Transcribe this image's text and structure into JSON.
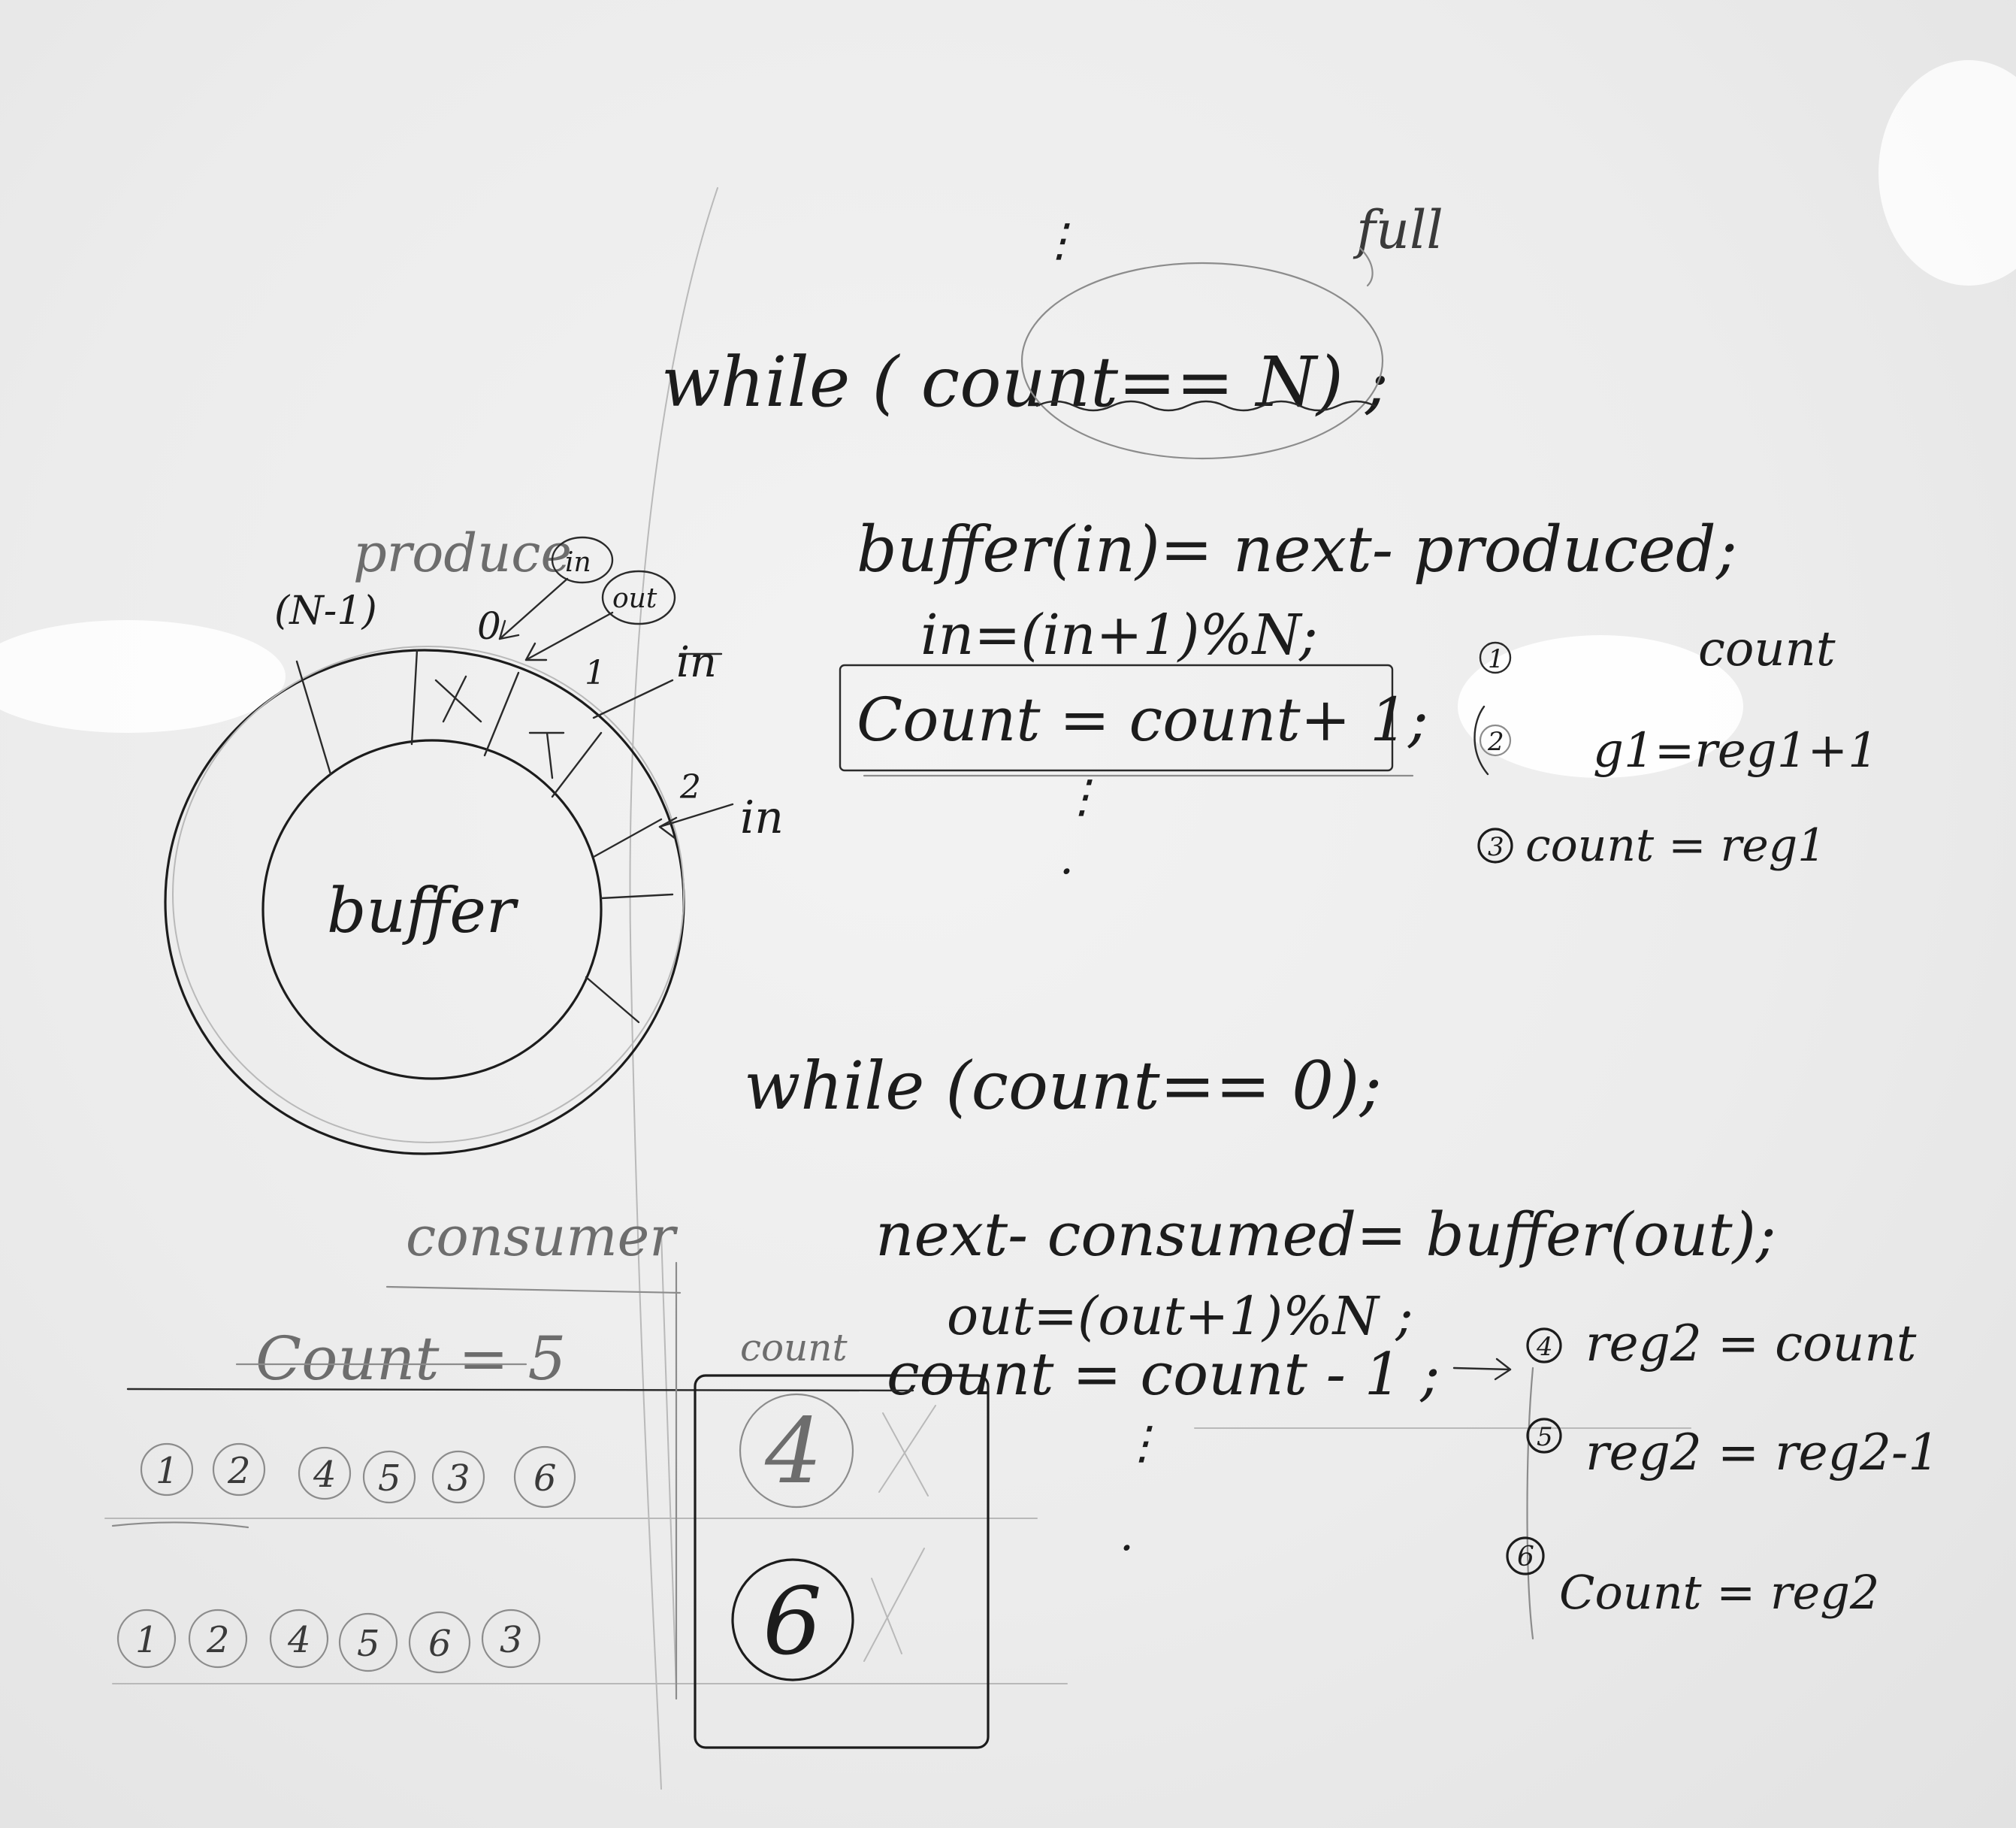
{
  "producer": {
    "label": "produce",
    "loop_line": "while ( count== N) ;",
    "full_note": "full",
    "assign_line": "buffer(in)= next- produced;",
    "index_line": "in=(in+1)%N;",
    "count_line": "Count = count+ 1;",
    "steps": [
      {
        "marker": "1",
        "text": "count"
      },
      {
        "marker": "2",
        "text": "g1=reg1+1"
      },
      {
        "marker": "3",
        "text": "count = reg1"
      }
    ]
  },
  "buffer": {
    "center_label": "buffer",
    "slot_top_left": "(N-1)",
    "slot_0": "0",
    "slot_1": "1",
    "slot_2": "2",
    "in_tag": "in",
    "out_tag": "out",
    "in_pointer": "in",
    "crossed_pointer": "in"
  },
  "consumer": {
    "label": "consumer",
    "loop_line": "while (count== 0);",
    "assign_line": "next- consumed= buffer(out);",
    "index_line": "out=(out+1)%N ;",
    "count_line": "count = count - 1 ;",
    "steps": [
      {
        "marker": "4",
        "text": "reg2 = count"
      },
      {
        "marker": "5",
        "text": "reg2 = reg2-1"
      },
      {
        "marker": "6",
        "text": "Count = reg2"
      }
    ]
  },
  "interleaving": {
    "header": "Count = 5",
    "result_header": "count",
    "orders": [
      {
        "sequence": [
          "1",
          "2",
          "4",
          "5",
          "3",
          "6"
        ],
        "result": "4"
      },
      {
        "sequence": [
          "1",
          "2",
          "4",
          "5",
          "6",
          "3"
        ],
        "result": "6"
      }
    ]
  }
}
